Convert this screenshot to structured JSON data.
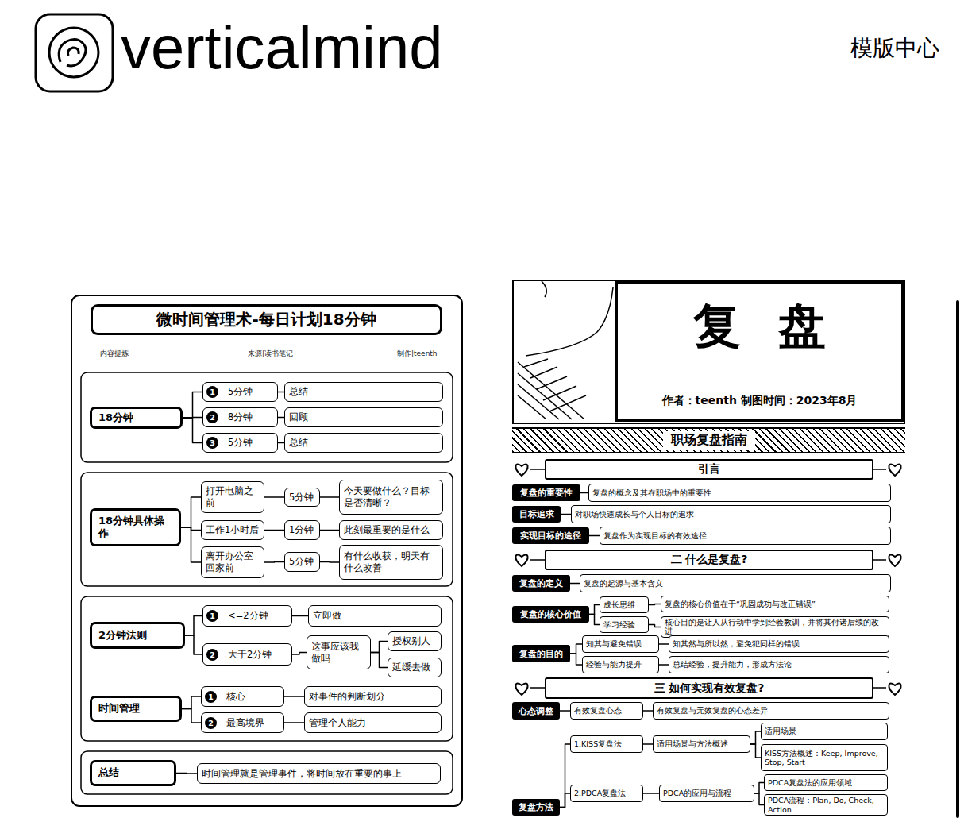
{
  "diagram": {
    "nodes": [
      {
        "text": [
          "微时间管理术-每日计划18分钟"
        ]
      },
      {
        "text": [
          "18分钟"
        ]
      },
      {
        "text": [
          "1",
          "5分钟"
        ]
      },
      {
        "text": [
          "总结"
        ]
      },
      {
        "text": [
          "2",
          "8分钟"
        ]
      },
      {
        "text": [
          "回顾"
        ]
      },
      {
        "text": [
          "3",
          "5分钟"
        ]
      },
      {
        "text": [
          "总结"
        ]
      },
      {
        "text": [
          "18分钟具体操作"
        ]
      },
      {
        "text": [
          "打开电脑之前"
        ]
      },
      {
        "text": [
          "5分钟"
        ]
      },
      {
        "text": [
          "今天要做什么？目标是否清晰？"
        ]
      },
      {
        "text": [
          "工作1小时后"
        ]
      },
      {
        "text": [
          "1分钟"
        ]
      },
      {
        "text": [
          "此刻最重要的是什么"
        ]
      },
      {
        "text": [
          "离开办公室回家前"
        ]
      },
      {
        "text": [
          "5分钟"
        ]
      },
      {
        "text": [
          "有什么收获，明天有什么改善"
        ]
      },
      {
        "text": [
          "2分钟法则"
        ]
      },
      {
        "text": [
          "1",
          "<=2分钟"
        ]
      },
      {
        "text": [
          "立即做"
        ]
      },
      {
        "text": [
          "2",
          "大于2分钟"
        ]
      },
      {
        "text": [
          "这事应该我做吗"
        ]
      },
      {
        "text": [
          "授权别人"
        ]
      },
      {
        "text": [
          "延缓去做"
        ]
      },
      {
        "text": [
          "时间管理"
        ]
      },
      {
        "text": [
          "1",
          "核心"
        ]
      },
      {
        "text": [
          "对事件的判断划分"
        ]
      },
      {
        "text": [
          "2",
          "最高境界"
        ]
      },
      {
        "text": [
          "管理个人能力"
        ]
      },
      {
        "text": [
          "总结"
        ]
      },
      {
        "text": [
          "时间管理就是管理事件，将时间放在重要的事上"
        ]
      },
      {
        "text": [
          "复 盘",
          "作者：teenth 制图时间：2023年8月"
        ]
      },
      {
        "text": [
          "职场复盘指南"
        ]
      },
      {
        "text": [
          "引言"
        ]
      },
      {
        "text": [
          "复盘的重要性"
        ]
      },
      {
        "text": [
          "复盘的概念及其在职场中的重要性"
        ]
      },
      {
        "text": [
          "目标追求"
        ]
      },
      {
        "text": [
          "对职场快速成长与个人目标的追求"
        ]
      },
      {
        "text": [
          "实现目标的途径"
        ]
      },
      {
        "text": [
          "复盘作为实现目标的有效途径"
        ]
      },
      {
        "text": [
          "二 什么是复盘?"
        ]
      },
      {
        "text": [
          "复盘的定义"
        ]
      },
      {
        "text": [
          "复盘的起源与基本含义"
        ]
      },
      {
        "text": [
          "复盘的核心价值"
        ]
      },
      {
        "text": [
          "成长思维"
        ]
      },
      {
        "text": [
          "复盘的核心价值在于“巩固成功与改正错误”"
        ]
      },
      {
        "text": [
          "学习经验"
        ]
      },
      {
        "text": [
          "核心目的是让人从行动中学到经验教训，并将其付诸后续的改进"
        ]
      },
      {
        "text": [
          "复盘的目的"
        ]
      },
      {
        "text": [
          "知其与避免错误"
        ]
      },
      {
        "text": [
          "知其然与所以然，避免犯同样的错误"
        ]
      },
      {
        "text": [
          "经验与能力提升"
        ]
      },
      {
        "text": [
          "总结经验，提升能力，形成方法论"
        ]
      },
      {
        "text": [
          "三 如何实现有效复盘?"
        ]
      },
      {
        "text": [
          "心态调整"
        ]
      },
      {
        "text": [
          "有效复盘心态"
        ]
      },
      {
        "text": [
          "有效复盘与无效复盘的心态差异"
        ]
      },
      {
        "text": [
          "复盘方法"
        ]
      },
      {
        "text": [
          "1.KISS复盘法"
        ]
      },
      {
        "text": [
          "适用场景与方法概述"
        ]
      },
      {
        "text": [
          "适用场景"
        ]
      },
      {
        "text": [
          "KISS方法概述：Keep, Improve, Stop, Start"
        ]
      },
      {
        "text": [
          "2.PDCA复盘法"
        ]
      },
      {
        "text": [
          "PDCA的应用与流程"
        ]
      },
      {
        "text": [
          "PDCA复盘法的应用领域"
        ]
      },
      {
        "text": [
          "PDCA流程：Plan, Do, Check, Action"
        ]
      }
    ],
    "edges": [
      {
        "from": 1,
        "to": 2,
        "arrow": "none"
      },
      {
        "from": 1,
        "to": 4,
        "arrow": "none"
      },
      {
        "from": 1,
        "to": 6,
        "arrow": "none"
      },
      {
        "from": 2,
        "to": 3,
        "arrow": "none"
      },
      {
        "from": 4,
        "to": 5,
        "arrow": "none"
      },
      {
        "from": 6,
        "to": 7,
        "arrow": "none"
      },
      {
        "from": 8,
        "to": 9,
        "arrow": "none"
      },
      {
        "from": 8,
        "to": 12,
        "arrow": "none"
      },
      {
        "from": 8,
        "to": 15,
        "arrow": "none"
      },
      {
        "from": 9,
        "to": 10,
        "arrow": "none"
      },
      {
        "from": 10,
        "to": 11,
        "arrow": "none"
      },
      {
        "from": 12,
        "to": 13,
        "arrow": "none"
      },
      {
        "from": 13,
        "to": 14,
        "arrow": "none"
      },
      {
        "from": 15,
        "to": 16,
        "arrow": "none"
      },
      {
        "from": 16,
        "to": 17,
        "arrow": "none"
      },
      {
        "from": 18,
        "to": 19,
        "arrow": "none"
      },
      {
        "from": 18,
        "to": 21,
        "arrow": "none"
      },
      {
        "from": 19,
        "to": 20,
        "arrow": "none"
      },
      {
        "from": 21,
        "to": 22,
        "arrow": "none"
      },
      {
        "from": 22,
        "to": 23,
        "arrow": "none"
      },
      {
        "from": 22,
        "to": 24,
        "arrow": "none"
      },
      {
        "from": 25,
        "to": 26,
        "arrow": "none"
      },
      {
        "from": 25,
        "to": 28,
        "arrow": "none"
      },
      {
        "from": 26,
        "to": 27,
        "arrow": "none"
      },
      {
        "from": 28,
        "to": 29,
        "arrow": "none"
      },
      {
        "from": 30,
        "to": 31,
        "arrow": "none"
      },
      {
        "from": 35,
        "to": 36,
        "arrow": "none"
      },
      {
        "from": 37,
        "to": 38,
        "arrow": "none"
      },
      {
        "from": 39,
        "to": 40,
        "arrow": "none"
      },
      {
        "from": 42,
        "to": 43,
        "arrow": "none"
      },
      {
        "from": 44,
        "to": 45,
        "arrow": "none"
      },
      {
        "from": 44,
        "to": 47,
        "arrow": "none"
      },
      {
        "from": 45,
        "to": 46,
        "arrow": "none"
      },
      {
        "from": 47,
        "to": 48,
        "arrow": "none"
      },
      {
        "from": 49,
        "to": 50,
        "arrow": "none"
      },
      {
        "from": 49,
        "to": 52,
        "arrow": "none"
      },
      {
        "from": 50,
        "to": 51,
        "arrow": "none"
      },
      {
        "from": 52,
        "to": 53,
        "arrow": "none"
      },
      {
        "from": 55,
        "to": 56,
        "arrow": "none"
      },
      {
        "from": 56,
        "to": 57,
        "arrow": "none"
      },
      {
        "from": 58,
        "to": 59,
        "arrow": "none"
      },
      {
        "from": 58,
        "to": 63,
        "arrow": "none"
      },
      {
        "from": 59,
        "to": 60,
        "arrow": "none"
      },
      {
        "from": 60,
        "to": 61,
        "arrow": "none"
      },
      {
        "from": 60,
        "to": 62,
        "arrow": "none"
      },
      {
        "from": 63,
        "to": 64,
        "arrow": "none"
      },
      {
        "from": 64,
        "to": 65,
        "arrow": "none"
      },
      {
        "from": 64,
        "to": 66,
        "arrow": "none"
      }
    ],
    "labels": [
      "verticalmind",
      "模版中心",
      "内容提炼",
      "来源|读书笔记",
      "制作|teenth"
    ]
  }
}
